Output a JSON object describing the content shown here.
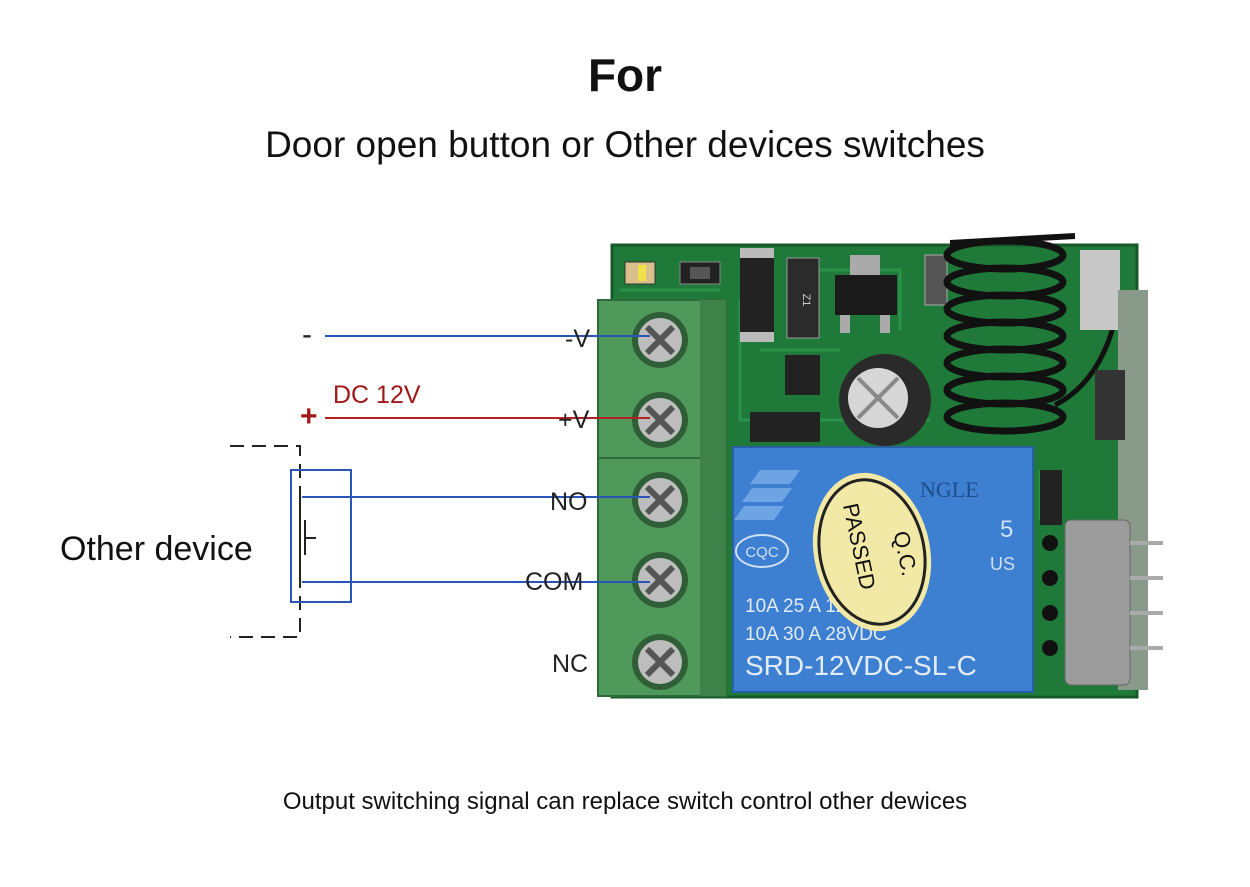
{
  "header": {
    "title": "For",
    "subtitle": "Door open button or Other devices switches"
  },
  "power": {
    "minus_sign": "-",
    "plus_sign": "+",
    "voltage_label": "DC 12V"
  },
  "terminals": [
    {
      "label": "-V"
    },
    {
      "label": "+V"
    },
    {
      "label": "NO"
    },
    {
      "label": "COM"
    },
    {
      "label": "NC"
    }
  ],
  "device": {
    "label": "Other device"
  },
  "relay": {
    "brand": "NGLE",
    "cert": "CQC",
    "qc_line1": "Q.C.",
    "qc_line2": "PASSED",
    "rating_5": "5",
    "rating_us": "US",
    "line1": "10A 25    A 125VAC",
    "line2": "10A 30    A 28VDC",
    "model": "SRD-12VDC-SL-C"
  },
  "components": {
    "diode_label": "Z1"
  },
  "footer": {
    "caption": "Output switching signal can replace switch control other dewices"
  },
  "colors": {
    "wire_negative": "#2a55b8",
    "wire_positive": "#b52020",
    "pcb": "#1f7a3a",
    "terminal_block": "#4f9a5a",
    "relay": "#3d7fd0"
  }
}
